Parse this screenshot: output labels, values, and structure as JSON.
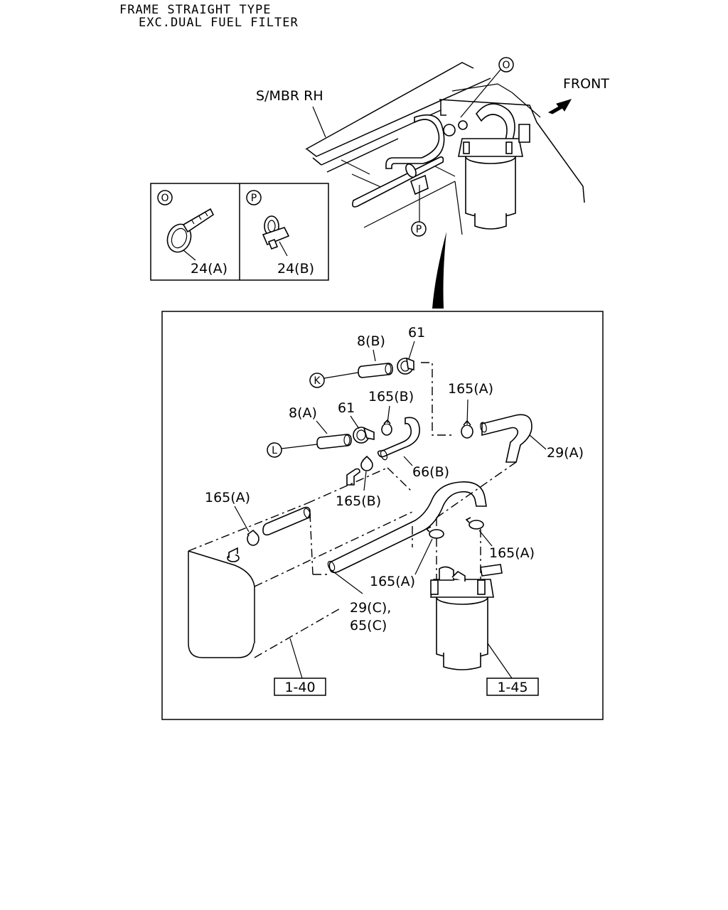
{
  "header": {
    "line1": "FRAME STRAIGHT TYPE",
    "line2": "EXC.DUAL FUEL FILTER"
  },
  "top_view": {
    "side_member_label": "S/MBR RH",
    "front_label": "FRONT",
    "callout_o": "O",
    "callout_p": "P"
  },
  "detail_box": {
    "o_marker": "O",
    "o_part": "24(A)",
    "p_marker": "P",
    "p_part": "24(B)"
  },
  "main_view": {
    "labels": {
      "hose_8b": "8(B)",
      "clamp_61_top": "61",
      "marker_k": "K",
      "clamp_165b_top": "165(B)",
      "clamp_165a_top": "165(A)",
      "hose_8a": "8(A)",
      "clamp_61_mid": "61",
      "marker_l": "L",
      "hose_29a": "29(A)",
      "hose_66b": "66(B)",
      "clamp_165b_bottom": "165(B)",
      "clamp_165a_tank": "165(A)",
      "clamp_165a_filter_right": "165(A)",
      "clamp_165a_filter_left": "165(A)",
      "hose_29c": "29(C),",
      "hose_65c": "65(C)"
    },
    "ref_tank": "1-40",
    "ref_filter": "1-45"
  }
}
